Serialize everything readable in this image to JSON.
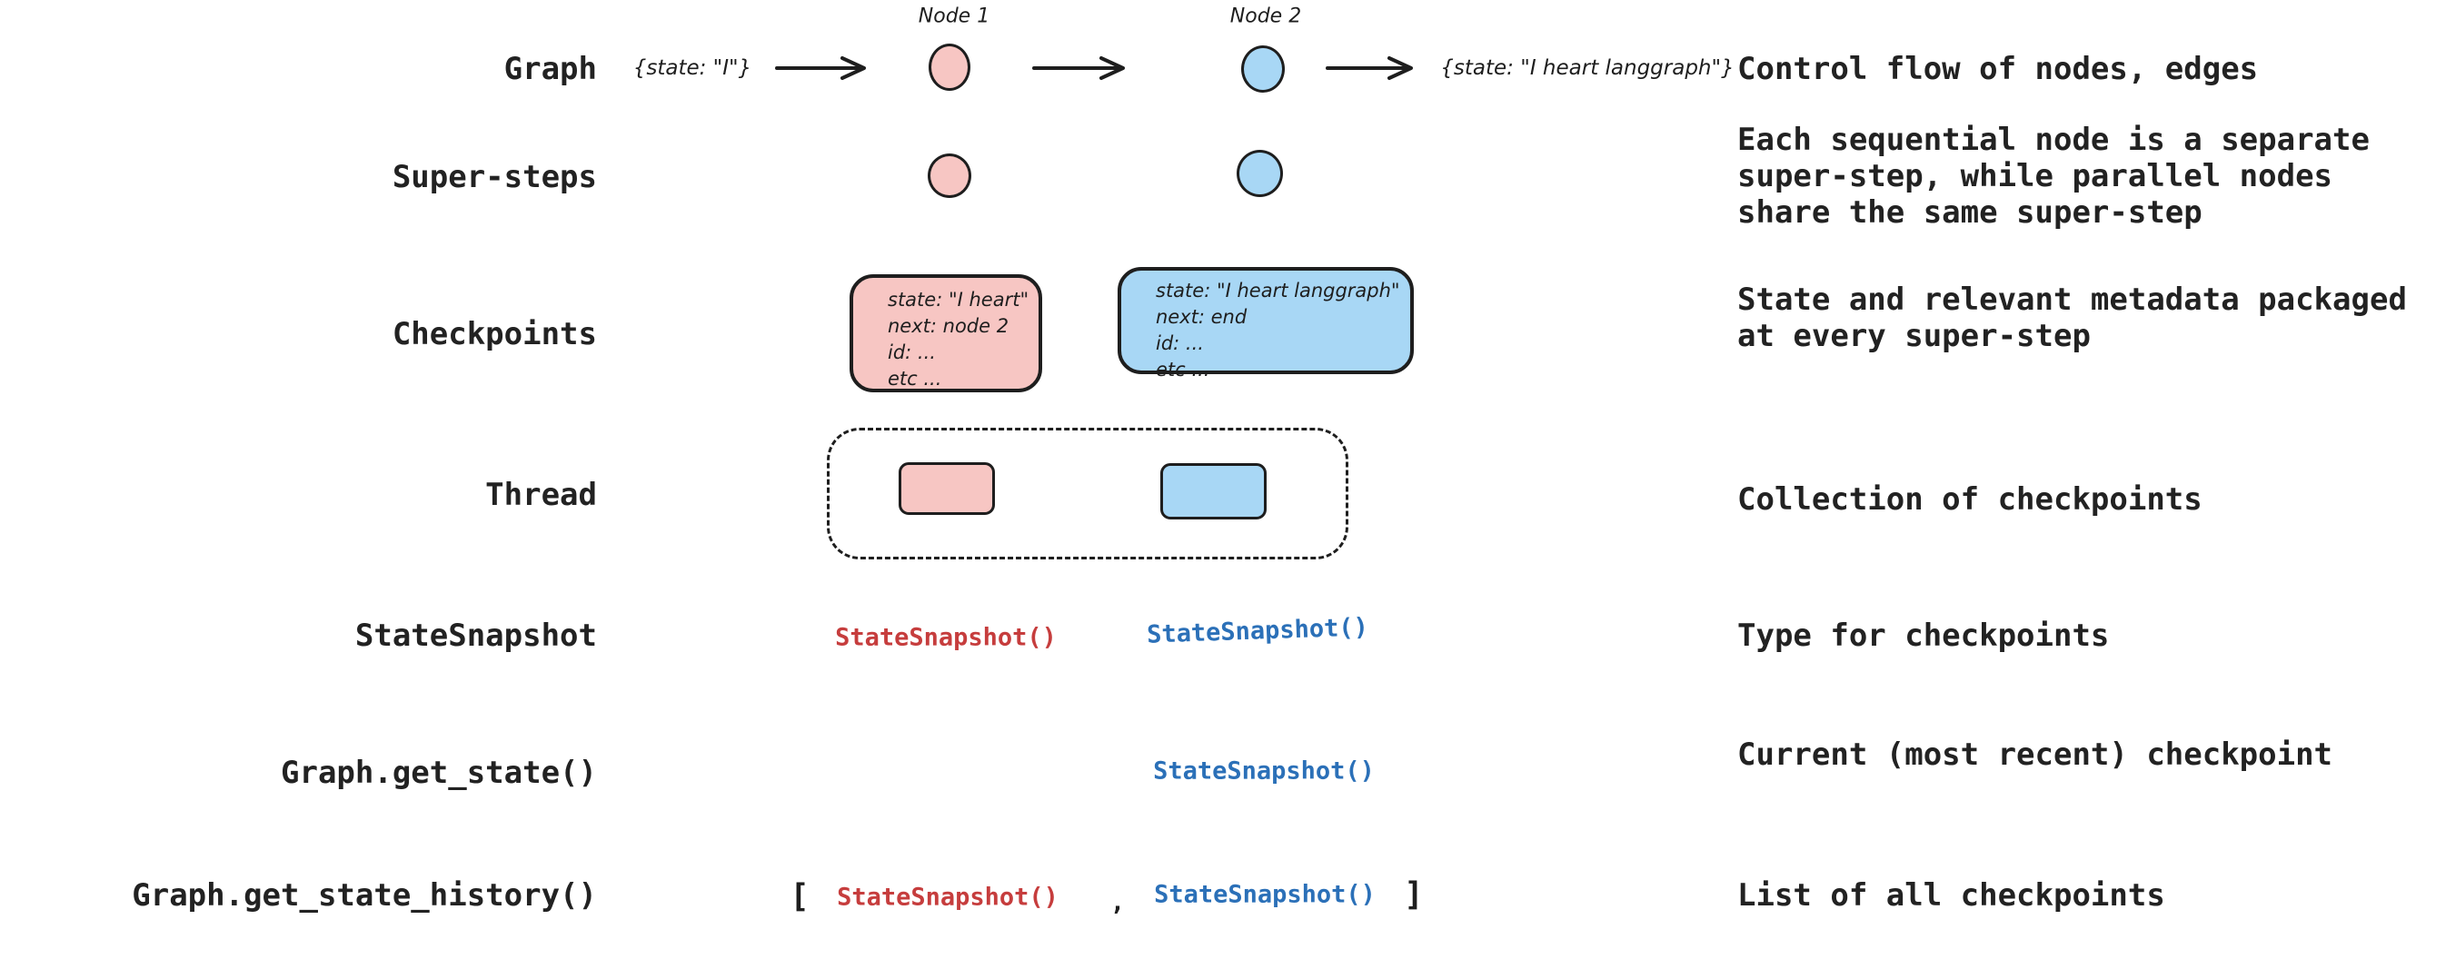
{
  "colors": {
    "pink_fill": "#f7c6c3",
    "blue_fill": "#a8d7f5",
    "outline": "#1e1e1e",
    "red_code": "#c63d3d",
    "blue_code": "#2b70b8"
  },
  "graph_row": {
    "label": "Graph",
    "input_state": "{state: \"I\"}",
    "node1_label": "Node 1",
    "node2_label": "Node 2",
    "output_state": "{state: \"I heart langgraph\"}",
    "description": "Control flow of nodes, edges"
  },
  "supersteps_row": {
    "label": "Super-steps",
    "description_lines": [
      "Each sequential node is a separate",
      "super-step, while parallel nodes",
      "share the same super-step"
    ]
  },
  "checkpoints_row": {
    "label": "Checkpoints",
    "pink_checkpoint_lines": [
      "state: \"I heart\"",
      "next: node 2",
      "id: ...",
      "etc ..."
    ],
    "blue_checkpoint_lines": [
      "state: \"I heart langgraph\"",
      "next: end",
      "id: ...",
      "etc ..."
    ],
    "description_lines": [
      "State and relevant metadata packaged",
      "at every super-step"
    ]
  },
  "thread_row": {
    "label": "Thread",
    "description": "Collection of checkpoints"
  },
  "statesnapshot_row": {
    "label": "StateSnapshot",
    "red_code": "StateSnapshot()",
    "blue_code": "StateSnapshot()",
    "description": "Type for checkpoints"
  },
  "get_state_row": {
    "label": "Graph.get_state()",
    "code": "StateSnapshot()",
    "description": "Current (most recent) checkpoint"
  },
  "get_state_history_row": {
    "label": "Graph.get_state_history()",
    "bracket_open": "[",
    "red_code": "StateSnapshot()",
    "comma": ",",
    "blue_code": "StateSnapshot()",
    "bracket_close": "]",
    "description": "List of all checkpoints"
  }
}
